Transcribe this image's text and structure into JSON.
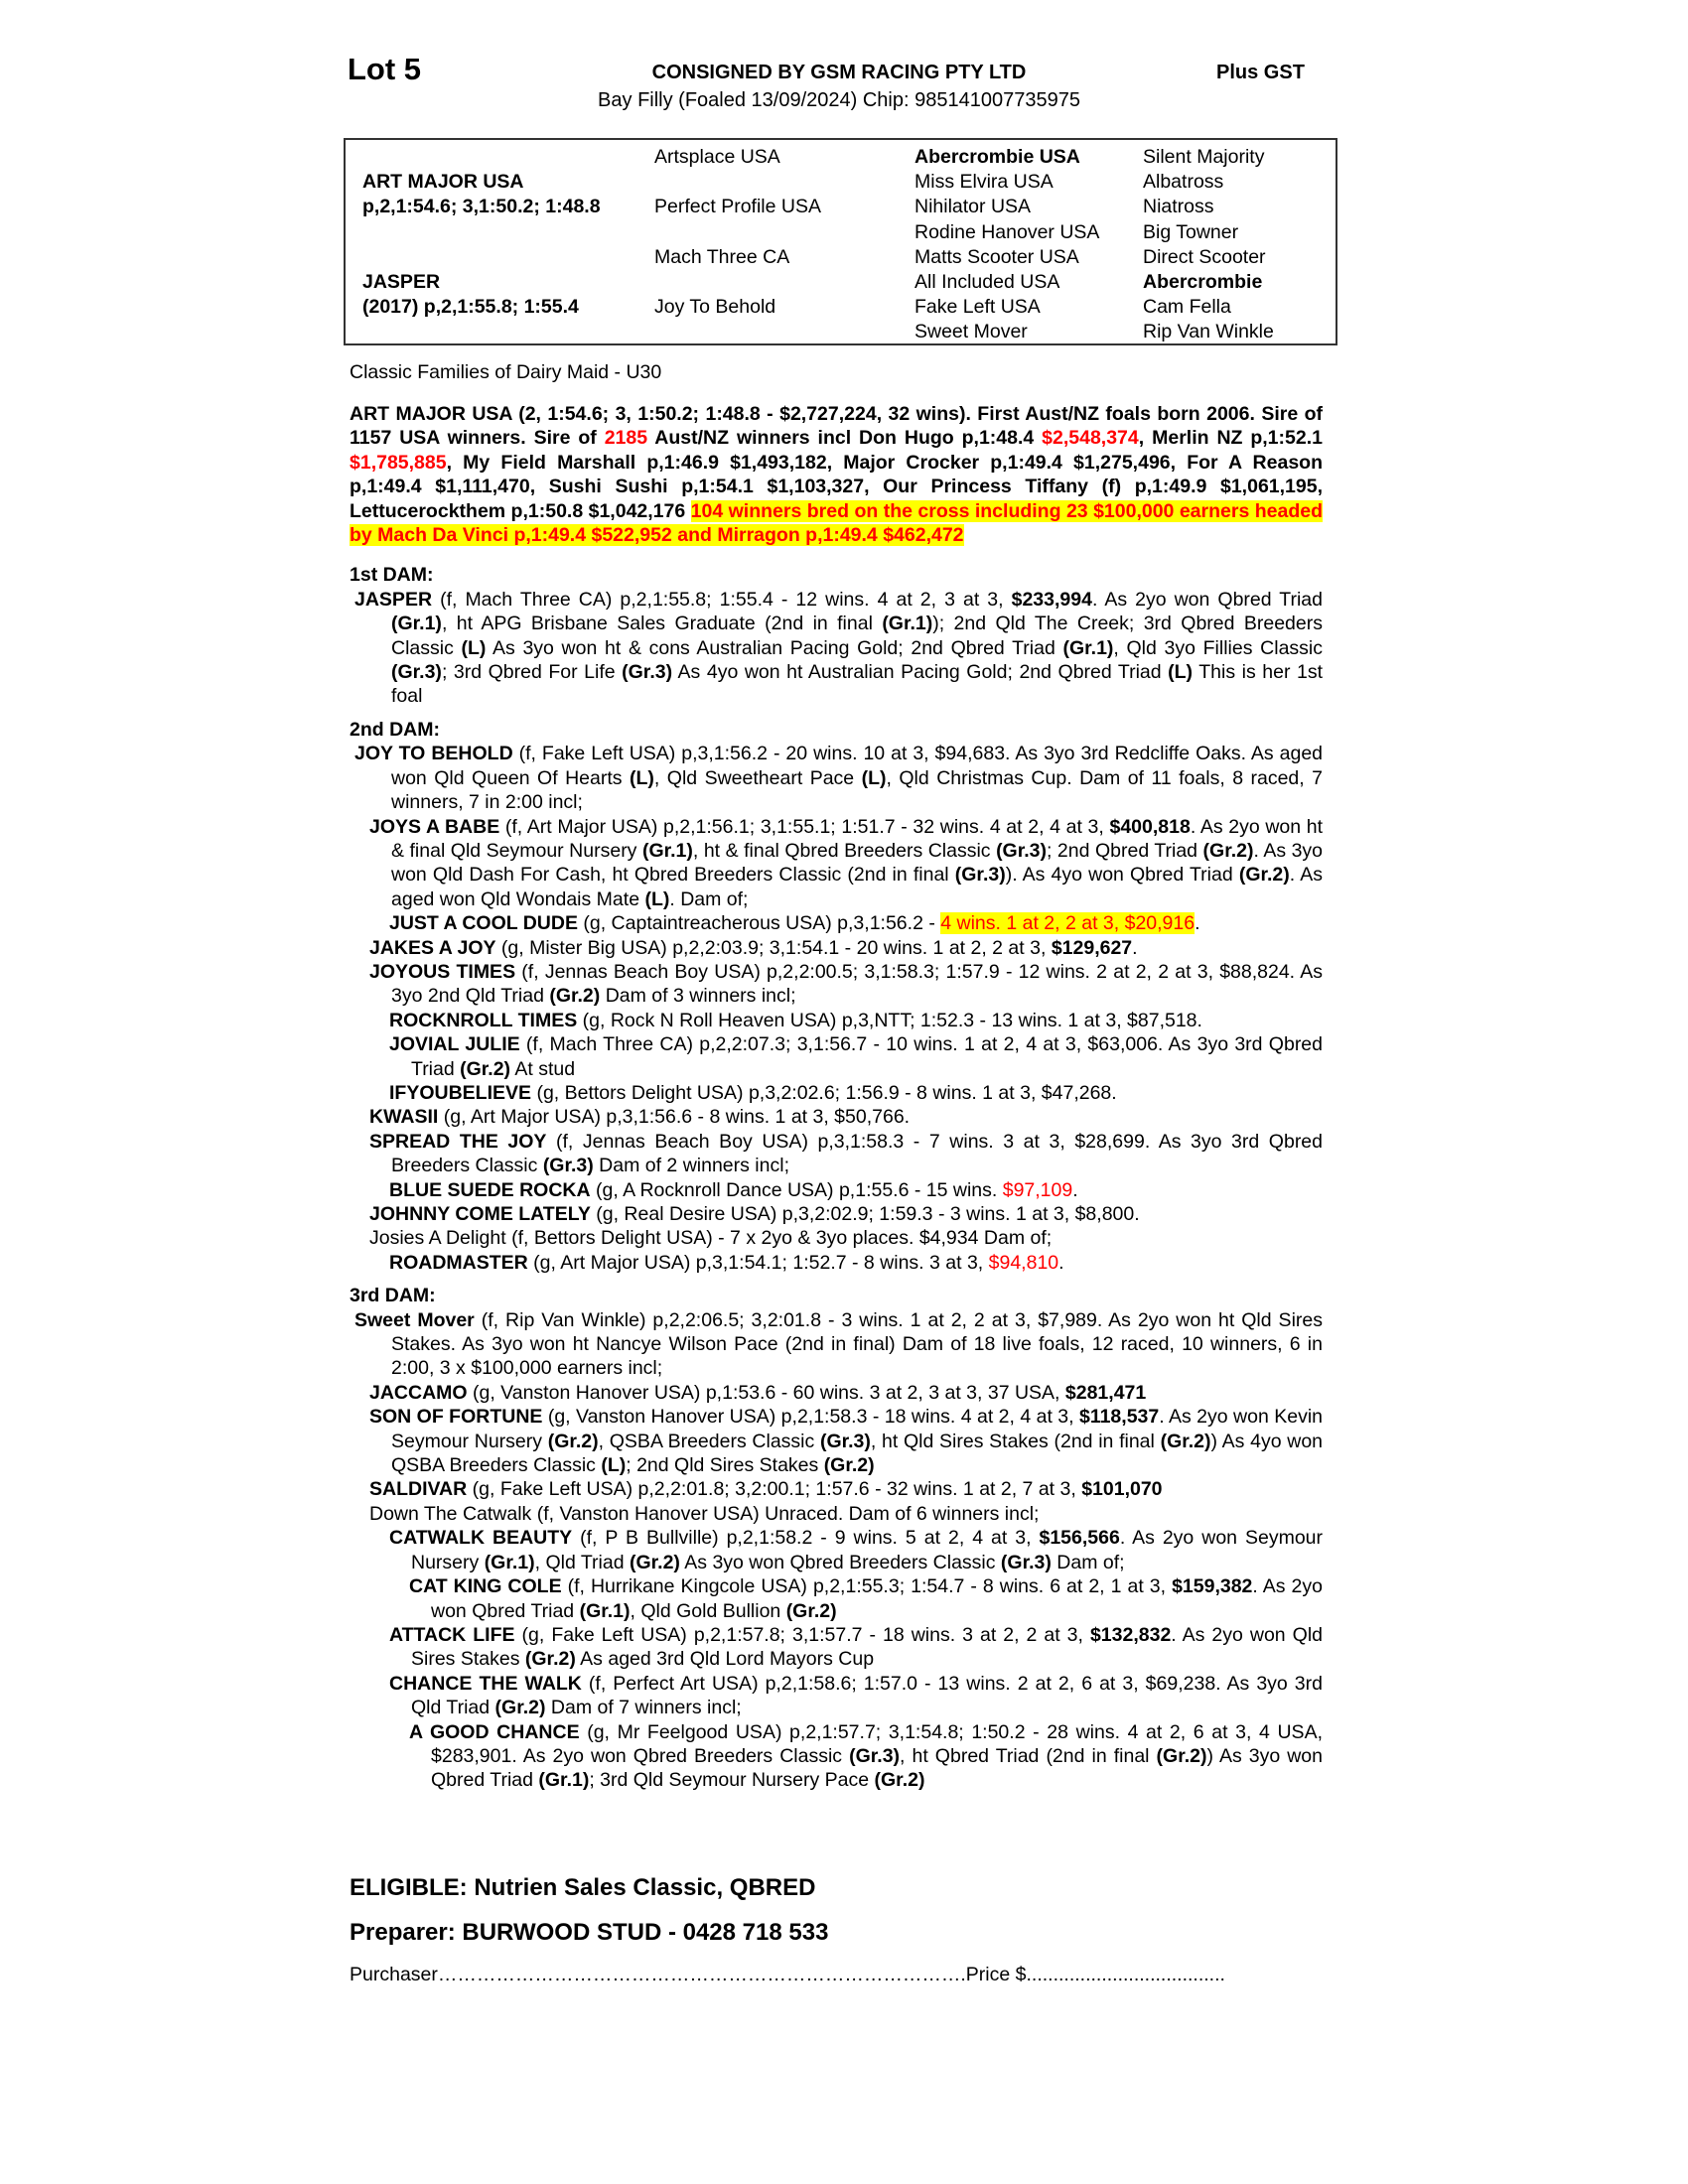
{
  "header": {
    "lot": "Lot 5",
    "consignor": "CONSIGNED BY GSM RACING PTY LTD",
    "gst": "Plus GST",
    "subtitle": "Bay Filly (Foaled 13/09/2024) Chip: 985141007735975"
  },
  "pedigree": {
    "sire": {
      "name": "ART MAJOR USA",
      "record": "p,2,1:54.6; 3,1:50.2; 1:48.8"
    },
    "dam": {
      "name": "JASPER",
      "record": "(2017) p,2,1:55.8; 1:55.4"
    },
    "gen2": [
      "Artsplace USA",
      "Perfect Profile USA",
      "Mach Three CA",
      "Joy To Behold"
    ],
    "gen3": [
      {
        "t": "Abercrombie USA",
        "b": true
      },
      {
        "t": "Miss Elvira USA",
        "b": false
      },
      {
        "t": "Nihilator USA",
        "b": false
      },
      {
        "t": "Rodine Hanover USA",
        "b": false
      },
      {
        "t": "Matts Scooter USA",
        "b": false
      },
      {
        "t": "All Included USA",
        "b": false
      },
      {
        "t": "Fake Left USA",
        "b": false
      },
      {
        "t": "Sweet Mover",
        "b": false
      }
    ],
    "gen4": [
      {
        "t": "Silent Majority",
        "b": false
      },
      {
        "t": "Albatross",
        "b": false
      },
      {
        "t": "Niatross",
        "b": false
      },
      {
        "t": "Big Towner",
        "b": false
      },
      {
        "t": "Direct Scooter",
        "b": false
      },
      {
        "t": "Abercrombie",
        "b": true
      },
      {
        "t": "Cam Fella",
        "b": false
      },
      {
        "t": "Rip Van Winkle",
        "b": false
      }
    ]
  },
  "family": "Classic Families of Dairy Maid - U30",
  "sire_para": [
    [
      "ART MAJOR USA (2, 1:54.6; 3, 1:50.2; 1:48.8 - $2,727,224, 32 wins). First Aust/NZ foals born 2006. Sire of 1157 USA winners. Sire of ",
      ""
    ],
    [
      "2185",
      "r"
    ],
    [
      " Aust/NZ winners incl Don Hugo p,1:48.4 ",
      ""
    ],
    [
      "$2,548,374",
      "r"
    ],
    [
      ", Merlin NZ p,1:52.1 ",
      ""
    ],
    [
      "$1,785,885",
      "r"
    ],
    [
      ", My Field Marshall p,1:46.9 $1,493,182, Major Crocker p,1:49.4 $1,275,496, For A Reason p,1:49.4 $1,111,470, Sushi Sushi p,1:54.1 $1,103,327, Our Princess Tiffany (f) p,1:49.9 $1,061,195, Lettucerockthem p,1:50.8 $1,042,176 ",
      ""
    ],
    [
      "104 winners bred on the cross including 23 $100,000 earners headed by Mach Da Vinci p,1:49.4 $522,952 and Mirragon p,1:49.4 $462,472",
      "h"
    ]
  ],
  "sections": [
    {
      "title": "1st DAM:",
      "entries": [
        {
          "lvl": 1,
          "segs": [
            [
              "JASPER",
              "b"
            ],
            [
              " (f, Mach Three CA) p,2,1:55.8; 1:55.4 - 12 wins. 4 at 2, 3 at 3, ",
              ""
            ],
            [
              "$233,994",
              "b"
            ],
            [
              ". As 2yo won Qbred Triad ",
              ""
            ],
            [
              "(Gr.1)",
              "b"
            ],
            [
              ", ht APG Brisbane Sales Graduate (2nd in final ",
              ""
            ],
            [
              "(Gr.1)",
              "b"
            ],
            [
              "); 2nd Qld The Creek; 3rd Qbred Breeders Classic ",
              ""
            ],
            [
              "(L)",
              "b"
            ],
            [
              " As 3yo won ht & cons Australian Pacing Gold; 2nd Qbred Triad ",
              ""
            ],
            [
              "(Gr.1)",
              "b"
            ],
            [
              ", Qld 3yo Fillies Classic ",
              ""
            ],
            [
              "(Gr.3)",
              "b"
            ],
            [
              "; 3rd Qbred For Life ",
              ""
            ],
            [
              "(Gr.3)",
              "b"
            ],
            [
              " As 4yo won ht Australian Pacing Gold; 2nd Qbred Triad ",
              ""
            ],
            [
              "(L)",
              "b"
            ],
            [
              " This is her 1st foal",
              ""
            ]
          ]
        }
      ]
    },
    {
      "title": "2nd DAM:",
      "entries": [
        {
          "lvl": 1,
          "segs": [
            [
              "JOY TO BEHOLD",
              "b"
            ],
            [
              " (f, Fake Left USA) p,3,1:56.2 - 20 wins. 10 at 3, $94,683. As 3yo 3rd Redcliffe Oaks. As aged won Qld Queen Of Hearts ",
              ""
            ],
            [
              "(L)",
              "b"
            ],
            [
              ", Qld Sweetheart Pace ",
              ""
            ],
            [
              "(L)",
              "b"
            ],
            [
              ", Qld Christmas Cup. Dam of 11 foals, 8 raced, 7 winners, 7 in 2:00 incl;",
              ""
            ]
          ]
        },
        {
          "lvl": 2,
          "segs": [
            [
              "JOYS A BABE",
              "b"
            ],
            [
              " (f, Art Major USA) p,2,1:56.1; 3,1:55.1; 1:51.7 - 32 wins. 4 at 2, 4 at 3, ",
              ""
            ],
            [
              "$400,818",
              "b"
            ],
            [
              ". As 2yo won ht & final Qld Seymour Nursery ",
              ""
            ],
            [
              "(Gr.1)",
              "b"
            ],
            [
              ", ht & final Qbred Breeders Classic ",
              ""
            ],
            [
              "(Gr.3)",
              "b"
            ],
            [
              "; 2nd Qbred Triad ",
              ""
            ],
            [
              "(Gr.2)",
              "b"
            ],
            [
              ". As 3yo won Qld Dash For Cash, ht Qbred Breeders Classic (2nd in final ",
              ""
            ],
            [
              "(Gr.3)",
              "b"
            ],
            [
              "). As 4yo won Qbred Triad ",
              ""
            ],
            [
              "(Gr.2)",
              "b"
            ],
            [
              ". As aged won Qld Wondais Mate ",
              ""
            ],
            [
              "(L)",
              "b"
            ],
            [
              ". Dam of;",
              ""
            ]
          ]
        },
        {
          "lvl": 3,
          "segs": [
            [
              "JUST A COOL DUDE",
              "b"
            ],
            [
              " (g, Captaintreacherous USA) p,3,1:56.2 - ",
              ""
            ],
            [
              "4 wins. 1 at 2, 2 at 3, $20,916",
              "h"
            ],
            [
              ".",
              ""
            ]
          ]
        },
        {
          "lvl": 2,
          "segs": [
            [
              "JAKES A JOY",
              "b"
            ],
            [
              " (g, Mister Big USA) p,2,2:03.9; 3,1:54.1 - 20 wins. 1 at 2, 2 at 3, ",
              ""
            ],
            [
              "$129,627",
              "b"
            ],
            [
              ".",
              ""
            ]
          ]
        },
        {
          "lvl": 2,
          "segs": [
            [
              "JOYOUS TIMES",
              "b"
            ],
            [
              " (f, Jennas Beach Boy USA) p,2,2:00.5; 3,1:58.3; 1:57.9 - 12 wins. 2 at 2, 2 at 3, $88,824. As 3yo 2nd Qld Triad ",
              ""
            ],
            [
              "(Gr.2)",
              "b"
            ],
            [
              " Dam of 3 winners incl;",
              ""
            ]
          ]
        },
        {
          "lvl": 3,
          "segs": [
            [
              "ROCKNROLL TIMES",
              "b"
            ],
            [
              " (g, Rock N Roll Heaven USA) p,3,NTT; 1:52.3 - 13 wins. 1 at 3, $87,518.",
              ""
            ]
          ]
        },
        {
          "lvl": 3,
          "segs": [
            [
              "JOVIAL JULIE",
              "b"
            ],
            [
              " (f, Mach Three CA) p,2,2:07.3; 3,1:56.7 - 10 wins. 1 at 2, 4 at 3, $63,006. As 3yo 3rd Qbred Triad ",
              ""
            ],
            [
              "(Gr.2)",
              "b"
            ],
            [
              " At stud",
              ""
            ]
          ]
        },
        {
          "lvl": 3,
          "segs": [
            [
              "IFYOUBELIEVE",
              "b"
            ],
            [
              " (g, Bettors Delight USA) p,3,2:02.6; 1:56.9 - 8 wins. 1 at 3, $47,268.",
              ""
            ]
          ]
        },
        {
          "lvl": 2,
          "segs": [
            [
              "KWASII",
              "b"
            ],
            [
              " (g, Art Major USA) p,3,1:56.6 - 8 wins. 1 at 3, $50,766.",
              ""
            ]
          ]
        },
        {
          "lvl": 2,
          "segs": [
            [
              "SPREAD THE JOY",
              "b"
            ],
            [
              " (f, Jennas Beach Boy USA) p,3,1:58.3 - 7 wins. 3 at 3, $28,699. As 3yo 3rd Qbred Breeders Classic ",
              ""
            ],
            [
              "(Gr.3)",
              "b"
            ],
            [
              " Dam of 2 winners incl;",
              ""
            ]
          ]
        },
        {
          "lvl": 3,
          "segs": [
            [
              "BLUE SUEDE ROCKA",
              "b"
            ],
            [
              " (g, A Rocknroll Dance USA) p,1:55.6 - 15 wins. ",
              ""
            ],
            [
              "$97,109",
              "r"
            ],
            [
              ".",
              ""
            ]
          ]
        },
        {
          "lvl": 2,
          "segs": [
            [
              "JOHNNY COME LATELY",
              "b"
            ],
            [
              " (g, Real Desire USA) p,3,2:02.9; 1:59.3 - 3 wins. 1 at 3, $8,800.",
              ""
            ]
          ]
        },
        {
          "lvl": 2,
          "segs": [
            [
              "Josies A Delight (f, Bettors Delight USA) - 7 x 2yo & 3yo places. $4,934 Dam of;",
              ""
            ]
          ]
        },
        {
          "lvl": 3,
          "segs": [
            [
              "ROADMASTER",
              "b"
            ],
            [
              " (g, Art Major USA) p,3,1:54.1; 1:52.7 - 8 wins. 3 at 3, ",
              ""
            ],
            [
              "$94,810",
              "r"
            ],
            [
              ".",
              ""
            ]
          ]
        }
      ]
    },
    {
      "title": "3rd DAM:",
      "entries": [
        {
          "lvl": 1,
          "segs": [
            [
              "Sweet Mover",
              "b"
            ],
            [
              " (f, Rip Van Winkle) p,2,2:06.5; 3,2:01.8 - 3 wins. 1 at 2, 2 at 3, $7,989. As 2yo won ht Qld Sires Stakes. As 3yo won ht Nancye Wilson Pace (2nd in final) Dam of 18 live foals, 12 raced, 10 winners, 6 in 2:00, 3 x $100,000 earners incl;",
              ""
            ]
          ]
        },
        {
          "lvl": 2,
          "segs": [
            [
              "JACCAMO",
              "b"
            ],
            [
              " (g, Vanston Hanover USA) p,1:53.6 - 60 wins. 3 at 2, 3 at 3, 37 USA, ",
              ""
            ],
            [
              "$281,471",
              "b"
            ]
          ]
        },
        {
          "lvl": 2,
          "segs": [
            [
              "SON OF FORTUNE",
              "b"
            ],
            [
              " (g, Vanston Hanover USA) p,2,1:58.3 - 18 wins. 4 at 2, 4 at 3, ",
              ""
            ],
            [
              "$118,537",
              "b"
            ],
            [
              ". As 2yo won Kevin Seymour Nursery ",
              ""
            ],
            [
              "(Gr.2)",
              "b"
            ],
            [
              ", QSBA Breeders Classic ",
              ""
            ],
            [
              "(Gr.3)",
              "b"
            ],
            [
              ", ht Qld Sires Stakes (2nd in final ",
              ""
            ],
            [
              "(Gr.2)",
              "b"
            ],
            [
              ") As 4yo won QSBA Breeders Classic ",
              ""
            ],
            [
              "(L)",
              "b"
            ],
            [
              "; 2nd Qld Sires Stakes ",
              ""
            ],
            [
              "(Gr.2)",
              "b"
            ]
          ]
        },
        {
          "lvl": 2,
          "segs": [
            [
              "SALDIVAR",
              "b"
            ],
            [
              " (g, Fake Left USA) p,2,2:01.8; 3,2:00.1; 1:57.6 - 32 wins. 1 at 2, 7 at 3, ",
              ""
            ],
            [
              "$101,070",
              "b"
            ]
          ]
        },
        {
          "lvl": 2,
          "segs": [
            [
              "Down The Catwalk (f, Vanston Hanover USA) Unraced. Dam of 6 winners incl;",
              ""
            ]
          ]
        },
        {
          "lvl": 3,
          "segs": [
            [
              "CATWALK BEAUTY",
              "b"
            ],
            [
              " (f, P B Bullville) p,2,1:58.2 - 9 wins. 5 at 2, 4 at 3, ",
              ""
            ],
            [
              "$156,566",
              "b"
            ],
            [
              ". As 2yo won Seymour Nursery ",
              ""
            ],
            [
              "(Gr.1)",
              "b"
            ],
            [
              ", Qld Triad ",
              ""
            ],
            [
              "(Gr.2)",
              "b"
            ],
            [
              " As 3yo won Qbred Breeders Classic ",
              ""
            ],
            [
              "(Gr.3)",
              "b"
            ],
            [
              " Dam of;",
              ""
            ]
          ]
        },
        {
          "lvl": 4,
          "segs": [
            [
              "CAT KING COLE",
              "b"
            ],
            [
              " (f, Hurrikane Kingcole USA) p,2,1:55.3; 1:54.7 - 8 wins. 6 at 2, 1 at 3, ",
              ""
            ],
            [
              "$159,382",
              "b"
            ],
            [
              ". As 2yo won Qbred Triad ",
              ""
            ],
            [
              "(Gr.1)",
              "b"
            ],
            [
              ", Qld Gold Bullion ",
              ""
            ],
            [
              "(Gr.2)",
              "b"
            ]
          ]
        },
        {
          "lvl": 3,
          "segs": [
            [
              "ATTACK LIFE",
              "b"
            ],
            [
              " (g, Fake Left USA) p,2,1:57.8; 3,1:57.7 - 18 wins. 3 at 2, 2 at 3, ",
              ""
            ],
            [
              "$132,832",
              "b"
            ],
            [
              ". As 2yo won Qld Sires Stakes ",
              ""
            ],
            [
              "(Gr.2)",
              "b"
            ],
            [
              " As aged 3rd Qld Lord Mayors Cup",
              ""
            ]
          ]
        },
        {
          "lvl": 3,
          "segs": [
            [
              "CHANCE THE WALK",
              "b"
            ],
            [
              " (f, Perfect Art USA) p,2,1:58.6; 1:57.0 - 13 wins. 2 at 2, 6 at 3, $69,238. As 3yo 3rd Qld Triad ",
              ""
            ],
            [
              "(Gr.2)",
              "b"
            ],
            [
              " Dam of 7 winners incl;",
              ""
            ]
          ]
        },
        {
          "lvl": 4,
          "segs": [
            [
              "A GOOD CHANCE",
              "b"
            ],
            [
              " (g, Mr Feelgood USA) p,2,1:57.7; 3,1:54.8; 1:50.2 - 28 wins. 4 at 2, 6 at 3, 4 USA, $283,901. As 2yo won Qbred Breeders Classic ",
              ""
            ],
            [
              "(Gr.3)",
              "b"
            ],
            [
              ", ht Qbred Triad (2nd in final ",
              ""
            ],
            [
              "(Gr.2)",
              "b"
            ],
            [
              ") As 3yo won Qbred Triad ",
              ""
            ],
            [
              "(Gr.1)",
              "b"
            ],
            [
              "; 3rd Qld Seymour Nursery Pace ",
              ""
            ],
            [
              "(Gr.2)",
              "b"
            ]
          ]
        }
      ]
    }
  ],
  "footer": {
    "eligible": "ELIGIBLE: Nutrien Sales Classic, QBRED",
    "preparer": "Preparer: BURWOOD STUD - 0428 718 533",
    "purchaser": "Purchaser……………………………………………………………………….Price $....................................."
  },
  "colors": {
    "red": "#ff0000",
    "highlight": "#ffff00"
  }
}
